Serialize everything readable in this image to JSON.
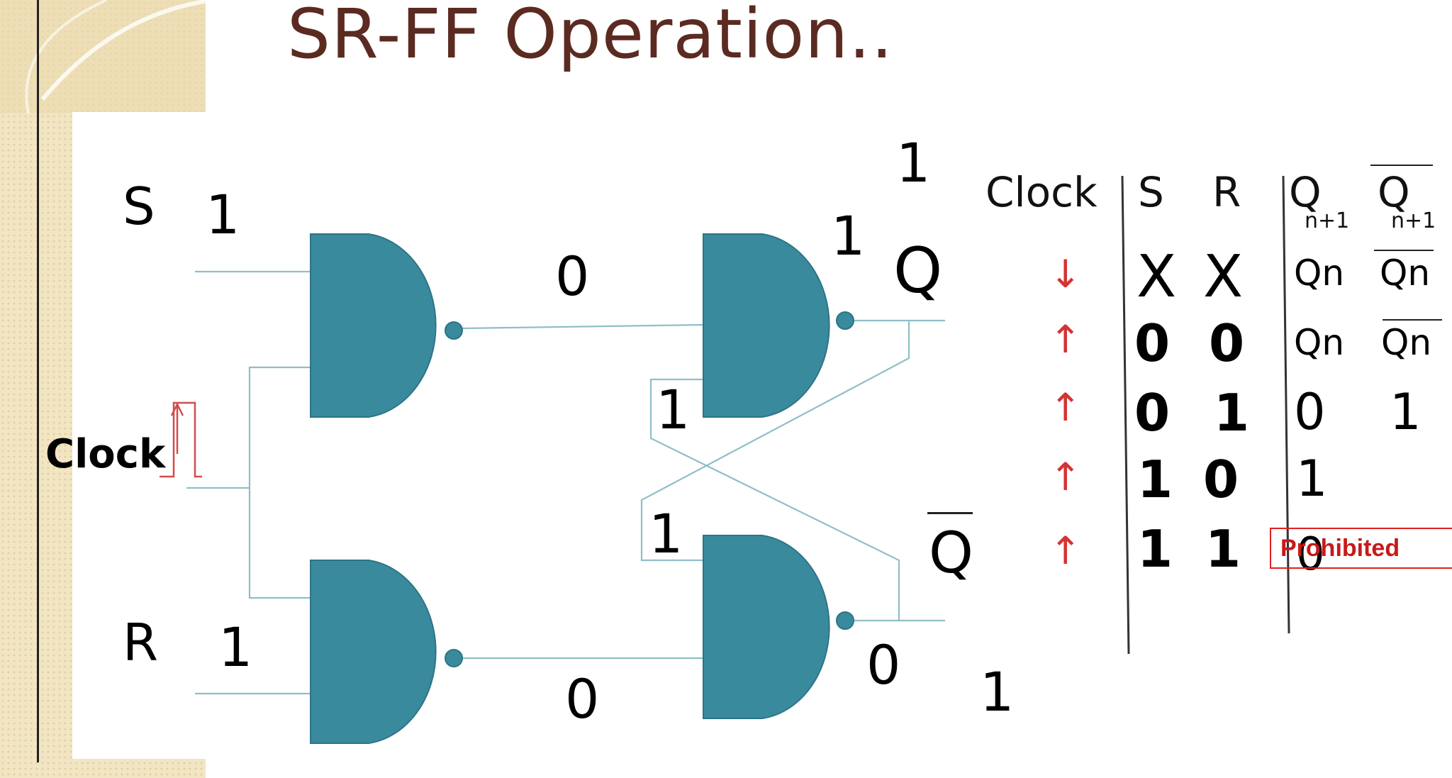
{
  "slide": {
    "title": "SR-FF Operation..",
    "colors": {
      "title": "#5b2a21",
      "gate": "#3a8a9e",
      "wire": "#8fbfc7",
      "arrow": "#d43333",
      "prohibited": "#c71a1a",
      "sidebar": "#efe1bd"
    }
  },
  "circuit": {
    "inputs": {
      "s": "S",
      "r": "R",
      "clock": "Clock"
    },
    "outputs": {
      "q": "Q",
      "q_bar": "Q"
    },
    "values": {
      "s_in": "1",
      "r_in": "1",
      "nand1_out": "0",
      "nand2_out": "0",
      "nand3_in_top": "1",
      "nand3_in_fb": "1",
      "nand4_in_fb": "1",
      "nand4_out": "0",
      "q_out": "1",
      "q_bar_out": "1"
    }
  },
  "truth_table": {
    "headers": {
      "clock": "Clock",
      "s": "S",
      "r": "R",
      "q": "Q",
      "q_bar": "Q",
      "sub": "n+1"
    },
    "rows": [
      {
        "clock": "↓",
        "s": "X",
        "r": "X",
        "q": "Qn",
        "q_bar": "Qn"
      },
      {
        "clock": "↑",
        "s": "0",
        "r": "0",
        "q": "Qn",
        "q_bar": "Qn"
      },
      {
        "clock": "↑",
        "s": "0",
        "r": "1",
        "q": "0",
        "q_bar": "1"
      },
      {
        "clock": "↑",
        "s": "1",
        "r": "0",
        "q": "1",
        "q_bar": ""
      },
      {
        "clock": "↑",
        "s": "1",
        "r": "1",
        "q": "0",
        "q_bar": ""
      }
    ],
    "note": "Prohibited"
  }
}
